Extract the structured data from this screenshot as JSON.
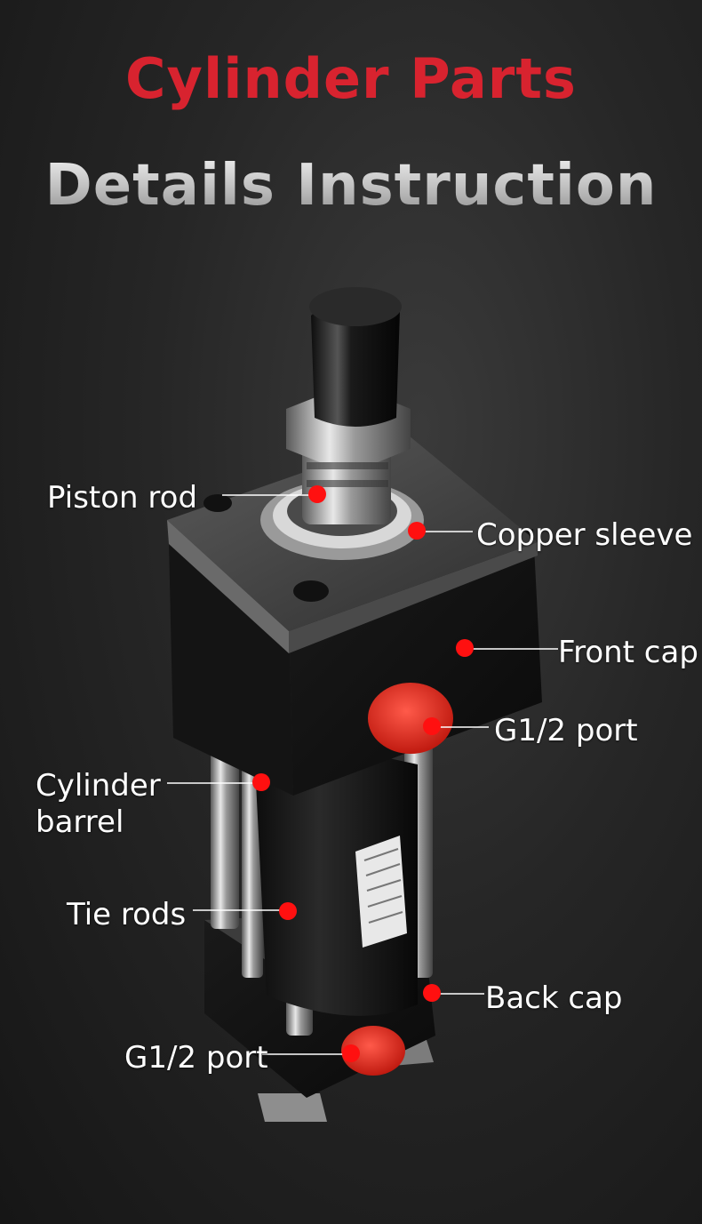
{
  "header": {
    "title_line1": "Cylinder Parts",
    "title_line2": "Details Instruction"
  },
  "colors": {
    "accent_red": "#d8232f",
    "marker_red": "#ff1010",
    "background": "#222222"
  },
  "callouts": {
    "piston_rod": "Piston rod",
    "copper_sleeve": "Copper sleeve",
    "front_cap": "Front cap",
    "port_upper": "G1/2 port",
    "cylinder_barrel_line1": "Cylinder",
    "cylinder_barrel_line2": "barrel",
    "tie_rods": "Tie rods",
    "back_cap": "Back cap",
    "port_lower": "G1/2 port"
  }
}
